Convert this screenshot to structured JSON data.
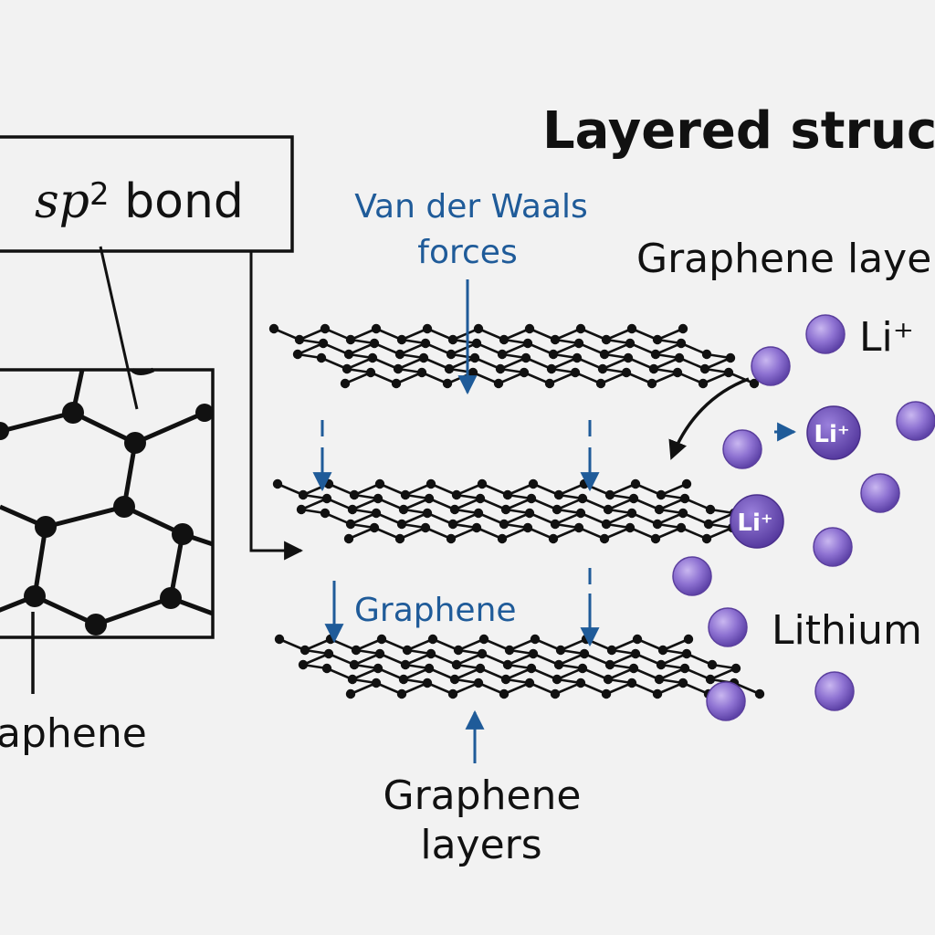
{
  "labels": {
    "title": "Layered structu",
    "sp2_sp": "sp",
    "sp2_sup": "2",
    "sp2_rest": " bond",
    "graphene_cut": "aphene",
    "van_der_waals_line1": "Van der Waals",
    "van_der_waals_line2": "forces",
    "graphene_layer_cut": "Graphene laye",
    "li_plus_top": "Li⁺",
    "li_badge": "Li⁺",
    "graphene_mid": "Graphene",
    "lithium_cut": "Lithium",
    "graphene_layers_line1": "Graphene",
    "graphene_layers_line2": "layers"
  },
  "colors": {
    "background": "#f2f2f2",
    "ink": "#111111",
    "blue": "#1f5b99",
    "lithium_fill": "#8b6fcf",
    "lithium_stroke": "#5b3f9e",
    "lithium_badge": "#6a4bb5"
  }
}
